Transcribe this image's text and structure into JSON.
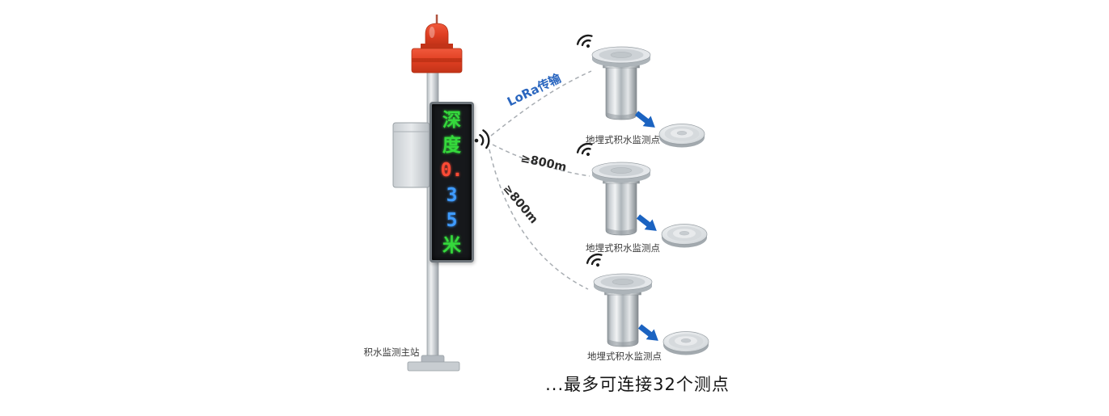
{
  "master_station": {
    "label": "积水监测主站",
    "display_lines": [
      {
        "char": "深",
        "color": "#35d93c"
      },
      {
        "char": "度",
        "color": "#35d93c"
      },
      {
        "char": "0.",
        "color": "#ff4a35"
      },
      {
        "char": "3",
        "color": "#3e9bff"
      },
      {
        "char": "5",
        "color": "#3e9bff"
      },
      {
        "char": "米",
        "color": "#35d93c"
      }
    ]
  },
  "links": [
    {
      "label": "LoRa传输",
      "color": "#2a66bf"
    },
    {
      "label": "≥800m",
      "color": "#2b2b2b"
    },
    {
      "label": "≥800m",
      "color": "#2b2b2b"
    }
  ],
  "sensors": [
    {
      "label": "地埋式积水监测点"
    },
    {
      "label": "地埋式积水监测点"
    },
    {
      "label": "地埋式积水监测点"
    }
  ],
  "footnote": "...最多可连接32个测点",
  "icons": {
    "master_signal": "radio-signal-icon",
    "sensor_wifi": "wifi-icon",
    "alarm": "alarm-beacon-light",
    "arrow": "blue-arrow-icon"
  },
  "colors": {
    "arrow_blue": "#1b63c1",
    "beacon_red": "#e04022",
    "dashed_line": "#a8adb2",
    "led_background": "#16181b"
  }
}
